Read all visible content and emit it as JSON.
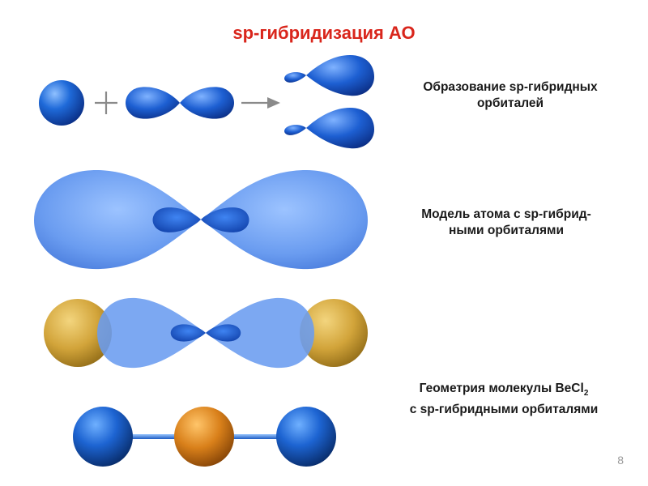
{
  "slide": {
    "title": "sp-гибридизация АО",
    "caption_formation_line1": "Образование sp-гибридных",
    "caption_formation_line2": "орбиталей",
    "caption_model_line1": "Модель атома с sp-гибрид-",
    "caption_model_line2": "ными орбиталями",
    "caption_geometry_line1_prefix": "Геометрия молекулы BeCl",
    "caption_geometry_subscript": "2",
    "caption_geometry_line2": "с sp-гибридными орбиталями",
    "page_number": "8"
  },
  "colors": {
    "title": "#d9261c",
    "orbital_blue": "#1f5fd6",
    "orbital_light_blue": "#6f9fef",
    "chlorine_gold": "#d4a83a",
    "beryllium_orange": "#d9821c",
    "bond_blue": "#3a7fe0",
    "operator_gray": "#8a8a8a"
  }
}
